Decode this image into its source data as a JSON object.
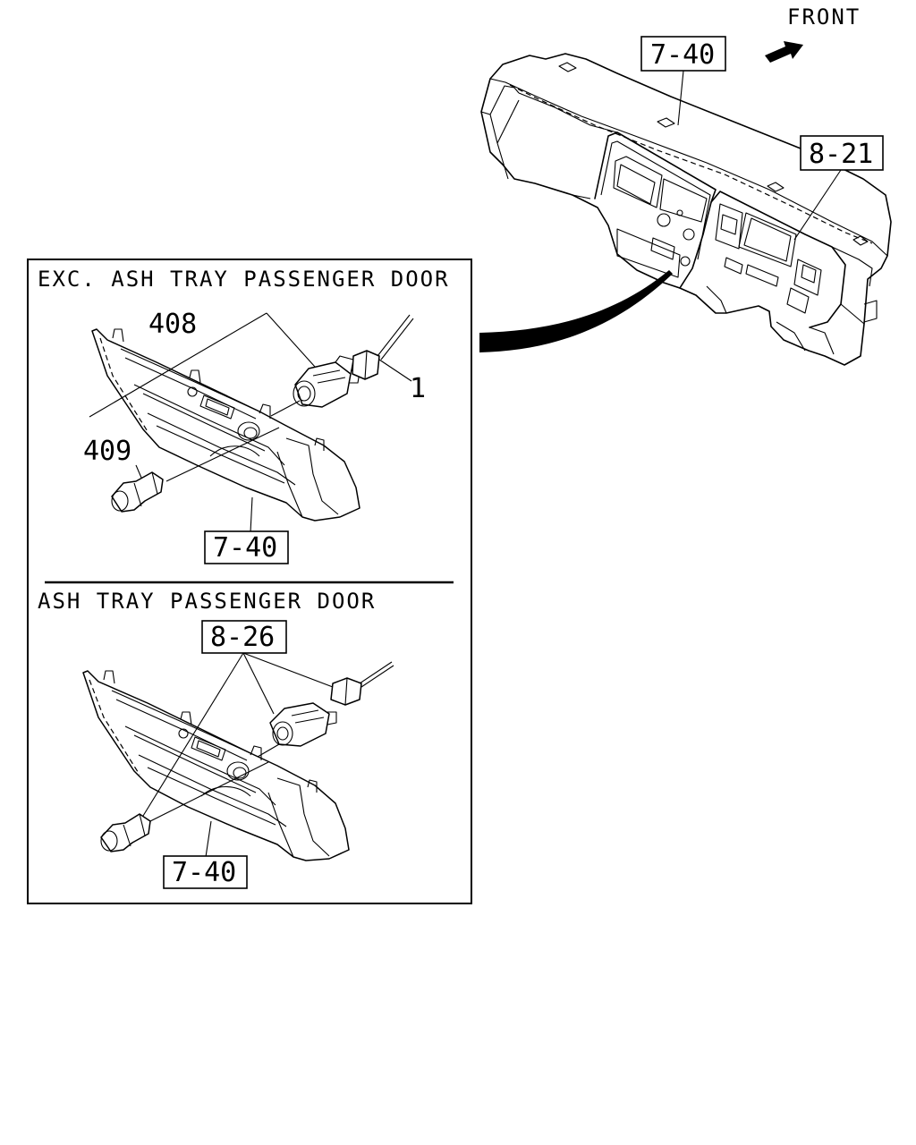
{
  "orientation": {
    "label": "FRONT"
  },
  "overview": {
    "callouts": [
      "7-40",
      "8-21"
    ]
  },
  "inset": {
    "section_top": {
      "title": "EXC. ASH TRAY PASSENGER DOOR",
      "part_numbers": [
        "408",
        "409",
        "1"
      ],
      "reference": "7-40"
    },
    "section_bottom": {
      "title": "ASH TRAY PASSENGER DOOR",
      "reference_top": "8-26",
      "reference_bottom": "7-40"
    }
  }
}
